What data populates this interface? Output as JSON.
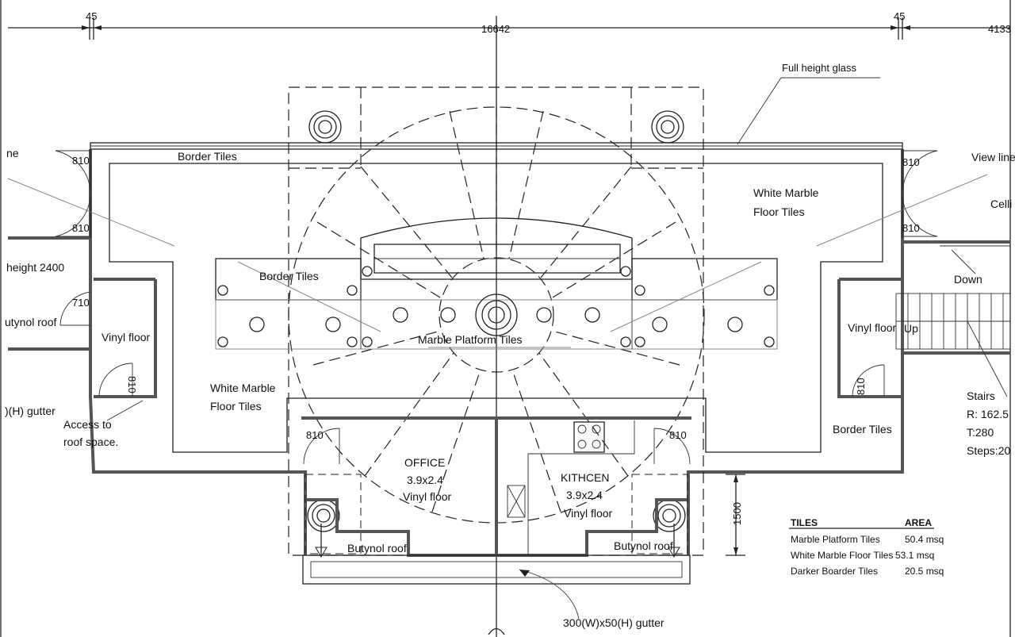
{
  "dimensions": {
    "left_gap": "45",
    "overall_width": "16642",
    "right_gap": "45",
    "right_partial": "4133",
    "vertical": "1500"
  },
  "labels": {
    "full_height_glass": "Full height glass",
    "view_line_left": "ne",
    "view_line_right": "View line",
    "ceiling_right": "Celli",
    "border_tiles_top": "Border Tiles",
    "border_tiles_mid": "Border Tiles",
    "border_tiles_right": "Border Tiles",
    "white_marble_right_1": "White Marble",
    "white_marble_right_2": "Floor Tiles",
    "white_marble_left_1": "White Marble",
    "white_marble_left_2": "Floor Tiles",
    "marble_platform": "Marble Platform Tiles",
    "height_2400": "height 2400",
    "butynol_left": "utynol roof",
    "gutter_left": ")(H) gutter",
    "vinyl_left": "Vinyl floor",
    "vinyl_right": "Vinyl floor",
    "access_1": "Access to",
    "access_2": "roof space.",
    "office_1": "OFFICE",
    "office_2": "3.9x2.4",
    "office_3": "Vinyl floor",
    "kitchen_1": "KITHCEN",
    "kitchen_2": "3.9x2.4",
    "kitchen_3": "Vinyl floor",
    "butynol_roof_left": "Butynol roof",
    "butynol_roof_right": "Butynol roof",
    "gutter_bottom": "300(W)x50(H) gutter",
    "down": "Down",
    "up": "Up",
    "stairs_1": "Stairs",
    "stairs_2": "R: 162.5",
    "stairs_3": "T:280",
    "stairs_4": "Steps:20"
  },
  "doors": {
    "d1": "810",
    "d2": "810",
    "d3": "810",
    "d4": "810",
    "d5": "710",
    "d6": "810",
    "d7": "810",
    "d8": "810",
    "d9": "810"
  },
  "tiles_table": {
    "header_name": "TILES",
    "header_area": "AREA",
    "rows": [
      {
        "name": "Marble Platform Tiles",
        "area": "50.4 msq"
      },
      {
        "name": "White Marble Floor Tiles",
        "area": "53.1 msq"
      },
      {
        "name": "Darker Boarder Tiles",
        "area": "20.5 msq"
      }
    ]
  }
}
